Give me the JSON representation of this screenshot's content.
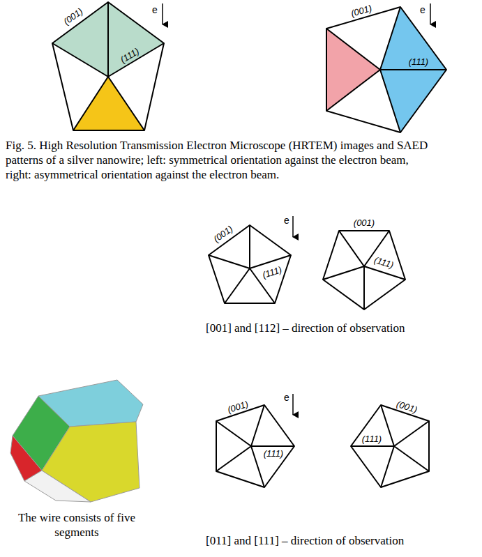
{
  "diagram": {
    "caption": "Fig. 5. High Resolution Transmission Electron Microscope (HRTEM) images and SAED patterns of a silver nanowire; left: symmetrical orientation against the electron beam, right: asymmetrical orientation against the electron beam.",
    "labels": [
      "e",
      "(001)",
      "(111)",
      "e",
      "(001)",
      "(111)",
      "(001)",
      "e",
      "(111)",
      "(001)",
      "(111)",
      "[001] and [112] – direction of observation",
      "(001)",
      "e",
      "(111)",
      "(001)",
      "(111)",
      "[011] and [111] – direction of observation",
      "The wire consists of five segments"
    ]
  }
}
